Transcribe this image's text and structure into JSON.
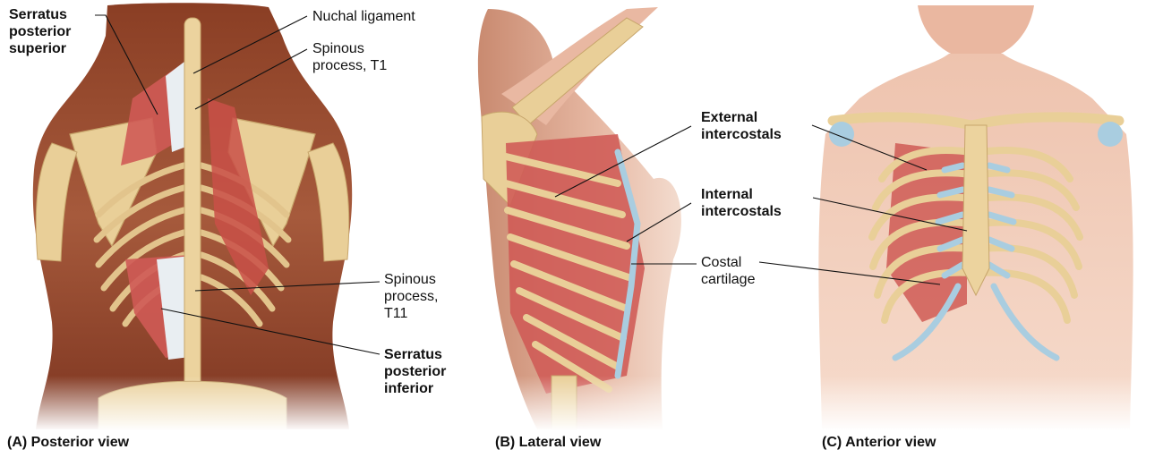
{
  "panels": {
    "posterior": {
      "caption": "(A)  Posterior view",
      "labels": {
        "serratus_superior": [
          "Serratus",
          "posterior",
          "superior"
        ],
        "nuchal_ligament": "Nuchal ligament",
        "spinous_t1": [
          "Spinous",
          "process, T1"
        ],
        "spinous_t11": [
          "Spinous",
          "process,",
          "T11"
        ],
        "serratus_inferior": [
          "Serratus",
          "posterior",
          "inferior"
        ]
      }
    },
    "lateral": {
      "caption": "(B)  Lateral view",
      "labels": {
        "external_intercostals": [
          "External",
          "intercostals"
        ],
        "internal_intercostals": [
          "Internal",
          "intercostals"
        ],
        "costal_cartilage": [
          "Costal",
          "cartilage"
        ]
      }
    },
    "anterior": {
      "caption": "(C)  Anterior view"
    }
  },
  "colors": {
    "skin": "#d9a88f",
    "skin_dark": "#a45a3a",
    "bone": "#e9cf98",
    "muscle": "#cf5a55",
    "cartilage": "#a9cde0",
    "aponeurosis": "#e9eef2"
  }
}
